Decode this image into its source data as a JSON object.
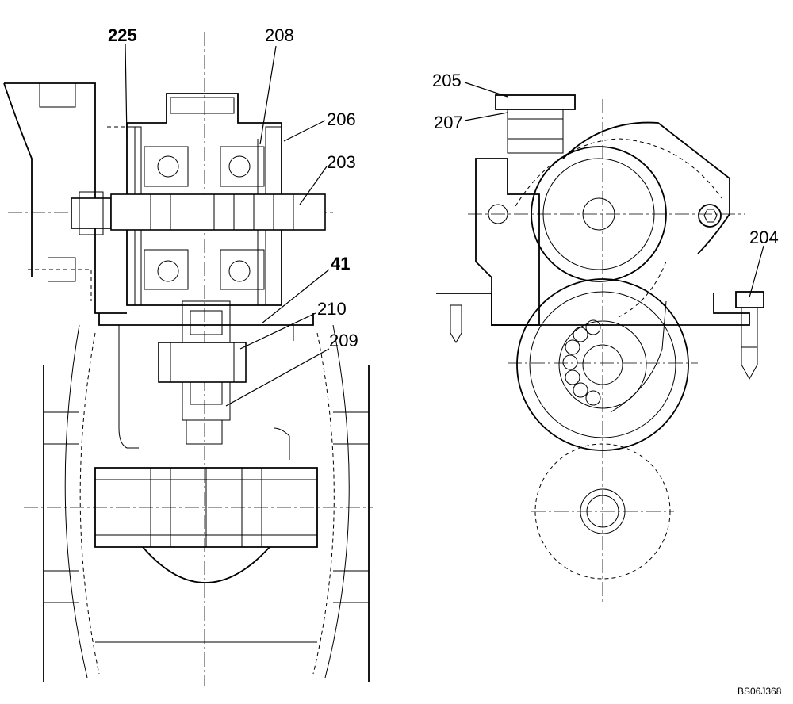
{
  "labels": {
    "l225": "225",
    "l208": "208",
    "l206": "206",
    "l203": "203",
    "l41": "41",
    "l210": "210",
    "l209": "209",
    "l205": "205",
    "l207": "207",
    "l204": "204"
  },
  "drawing_code": "BS06J368"
}
